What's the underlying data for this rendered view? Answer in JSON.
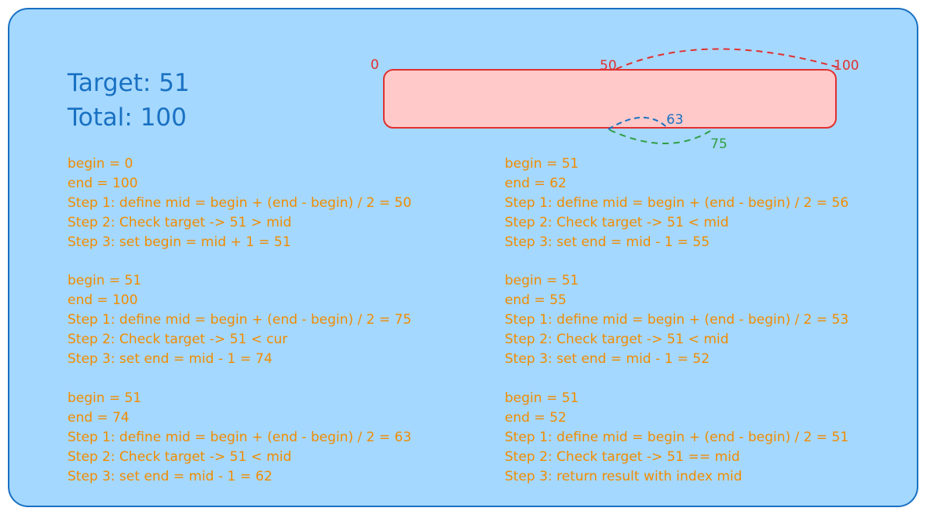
{
  "header": {
    "target": "Target: 51",
    "total": "Total: 100"
  },
  "diagram": {
    "range_labels": {
      "start": "0",
      "first_mid": "50",
      "end": "100"
    },
    "mid_labels": {
      "second": "75",
      "third": "63"
    },
    "colors": {
      "background": "#a5d8ff",
      "border": "#1971c2",
      "array_fill": "#ffc9c9",
      "array_stroke": "#e03131",
      "text": "#f08c00",
      "heading": "#1971c2",
      "arc_first": "#e03131",
      "arc_second": "#2f9e44",
      "arc_third": "#1971c2"
    }
  },
  "iterations": [
    {
      "begin": "begin = 0",
      "end": "end = 100",
      "step1": "Step 1: define mid = begin + (end - begin) / 2 = 50",
      "step2": "Step 2: Check target -> 51 > mid",
      "step3": "Step 3: set begin = mid + 1 = 51"
    },
    {
      "begin": "begin = 51",
      "end": "end = 100",
      "step1": "Step 1: define mid = begin + (end - begin) / 2 = 75",
      "step2": "Step 2: Check target -> 51 < cur",
      "step3": "Step 3: set end = mid - 1 = 74"
    },
    {
      "begin": "begin = 51",
      "end": "end = 74",
      "step1": "Step 1: define mid = begin + (end - begin) / 2 = 63",
      "step2": "Step 2: Check target -> 51 < mid",
      "step3": "Step 3: set end = mid - 1 = 62"
    },
    {
      "begin": "begin = 51",
      "end": "end = 62",
      "step1": "Step 1: define mid = begin + (end - begin) / 2 = 56",
      "step2": "Step 2: Check target -> 51 < mid",
      "step3": "Step 3: set end = mid - 1 = 55"
    },
    {
      "begin": "begin = 51",
      "end": "end = 55",
      "step1": "Step 1: define mid = begin + (end - begin) / 2 = 53",
      "step2": "Step 2: Check target -> 51 < mid",
      "step3": "Step 3: set end = mid - 1 = 52"
    },
    {
      "begin": "begin = 51",
      "end": "end = 52",
      "step1": "Step 1: define mid = begin + (end - begin) / 2 = 51",
      "step2": "Step 2: Check target -> 51 == mid",
      "step3": "Step 3: return result with index mid"
    }
  ]
}
